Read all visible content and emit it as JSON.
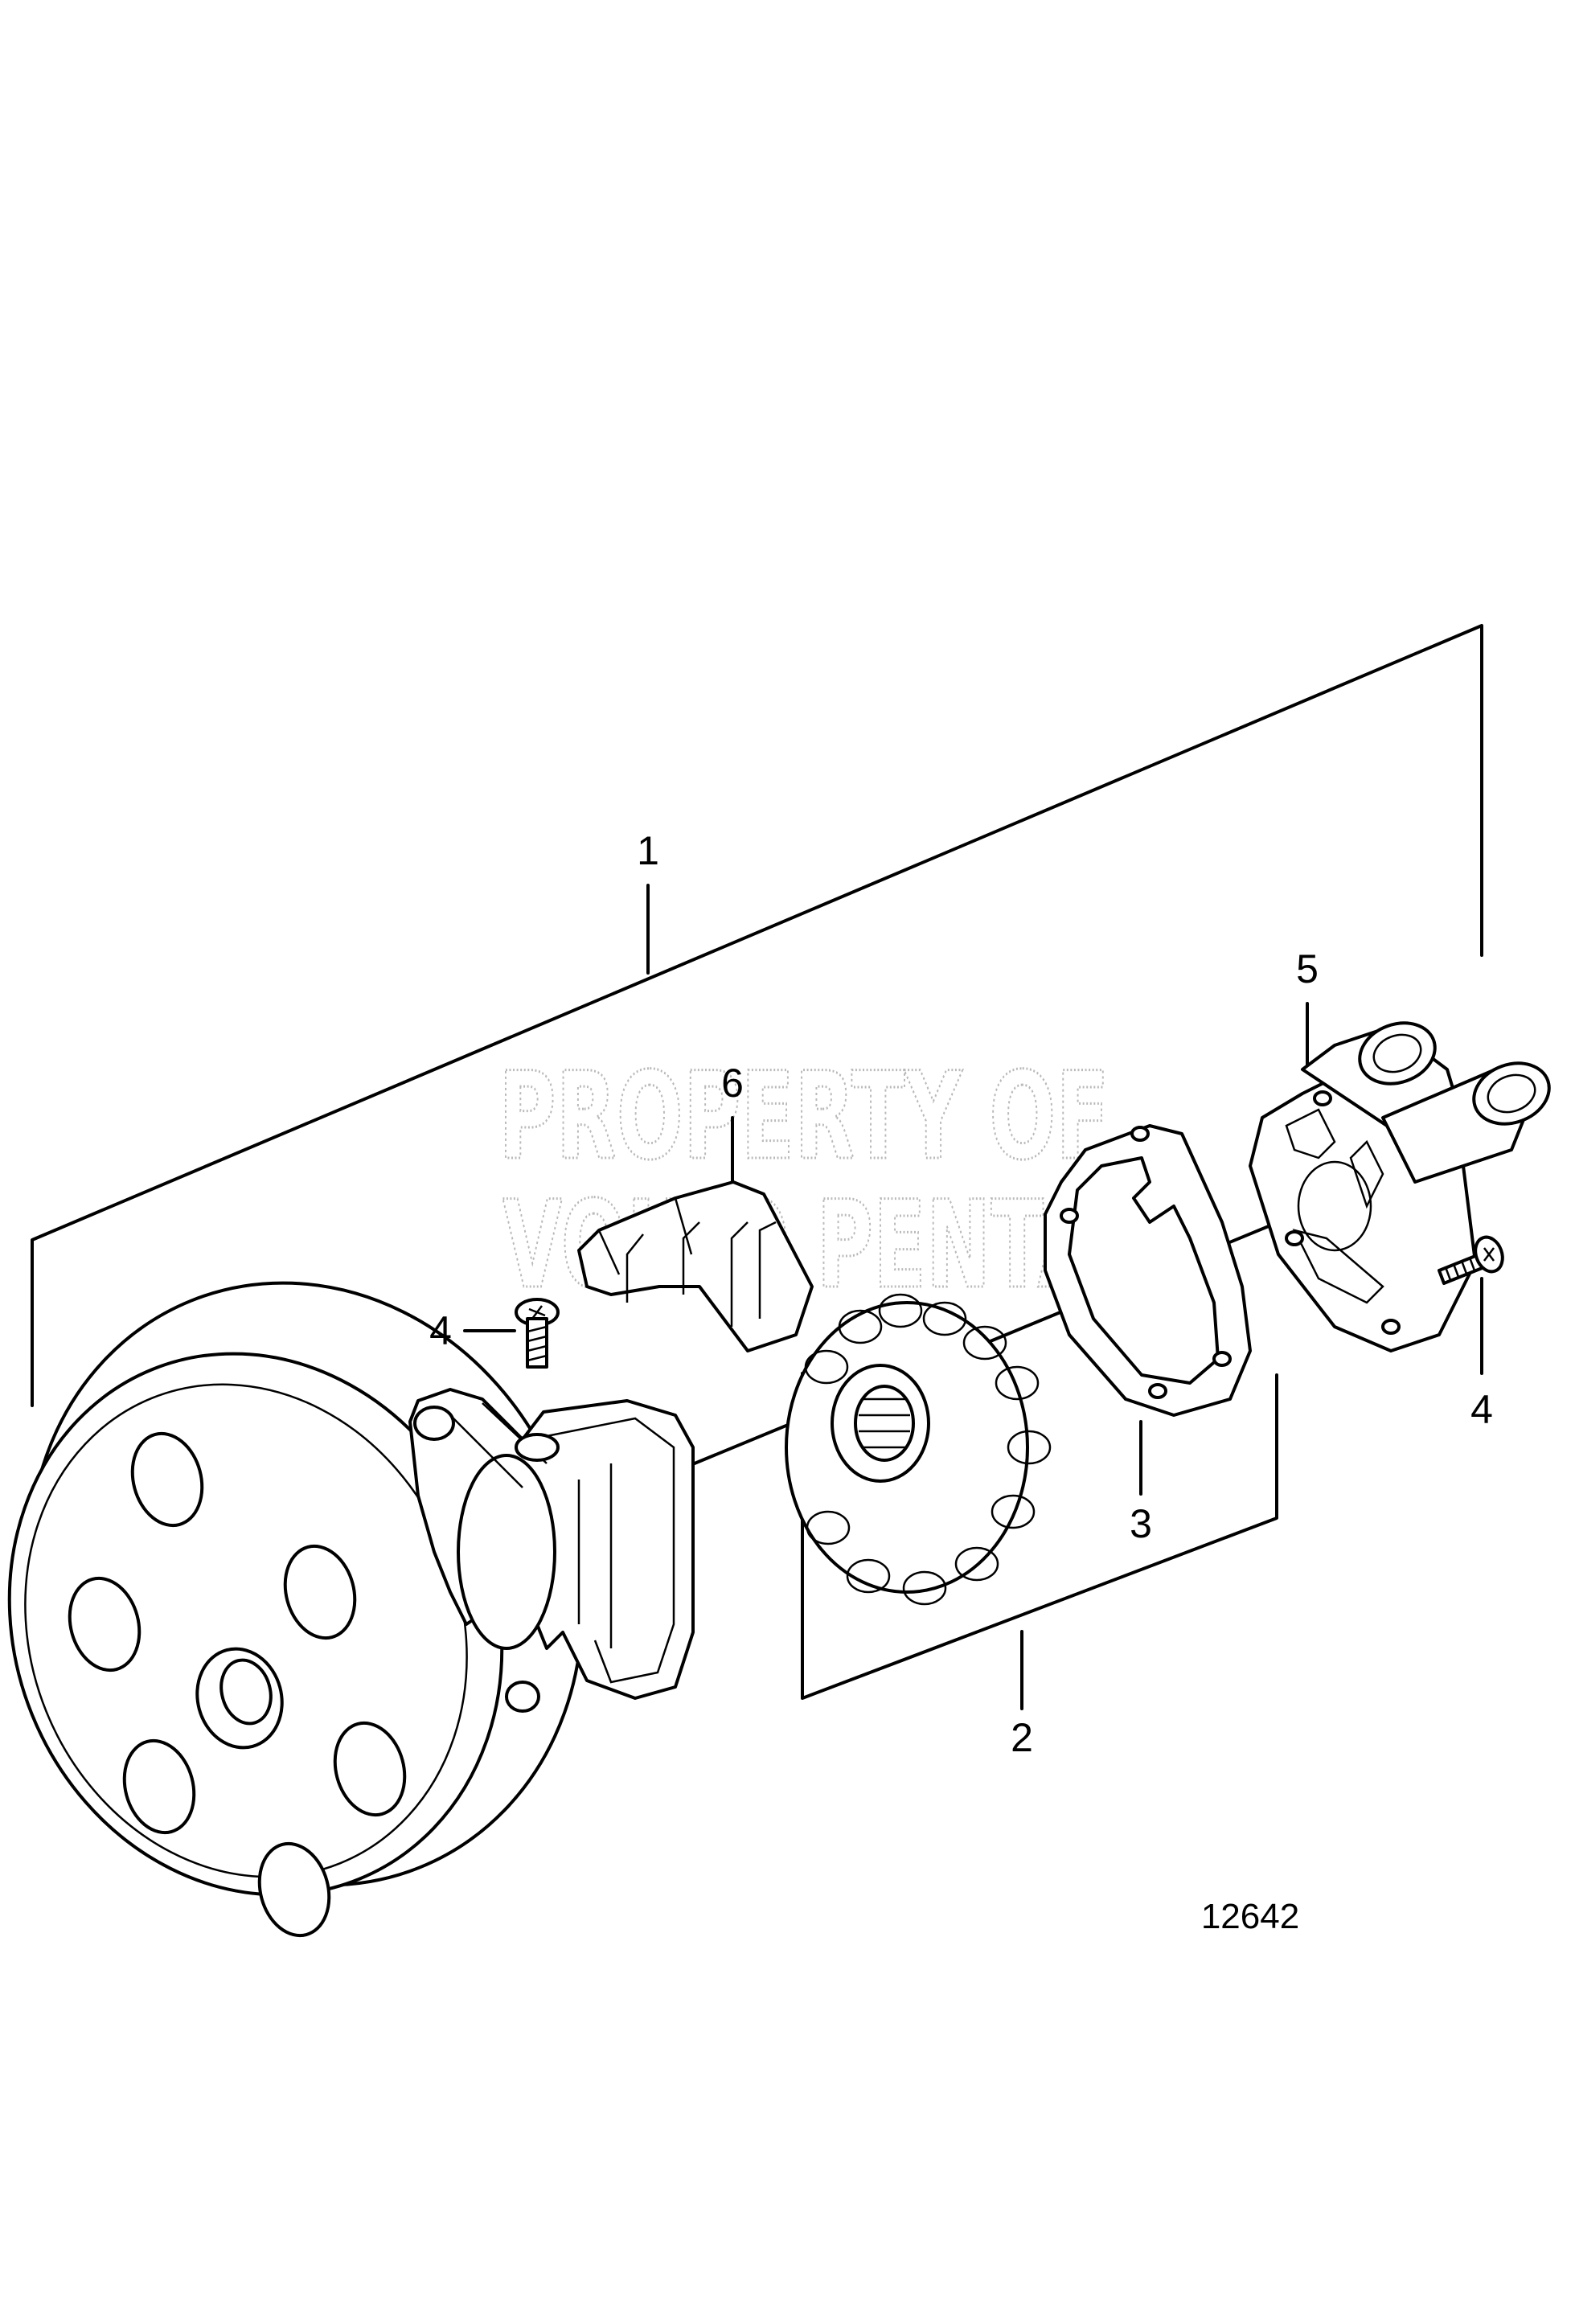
{
  "diagram": {
    "callouts": [
      {
        "id": "1",
        "text": "1"
      },
      {
        "id": "2",
        "text": "2"
      },
      {
        "id": "3",
        "text": "3"
      },
      {
        "id": "4a",
        "text": "4"
      },
      {
        "id": "4b",
        "text": "4"
      },
      {
        "id": "5",
        "text": "5"
      },
      {
        "id": "6",
        "text": "6"
      }
    ],
    "figure_number": "12642",
    "watermark": {
      "line1": "PROPERTY OF",
      "line2": "VOLVO PENTA"
    }
  }
}
